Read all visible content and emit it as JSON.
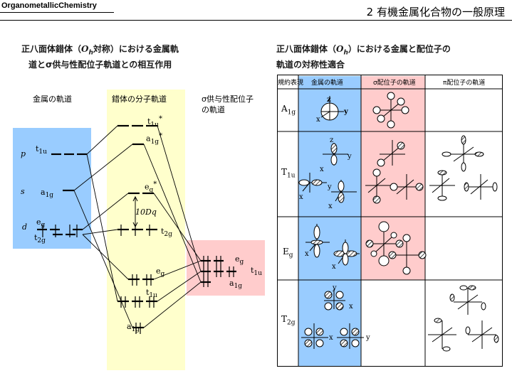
{
  "header": {
    "brand": "OrganometallicChemistry",
    "title": "2 有機金属化合物の一般原理"
  },
  "left": {
    "heading_line1_a": "正八面体錯体（",
    "heading_sym": "O",
    "heading_sym_sub": "h",
    "heading_line1_b": "対称）における金属軌",
    "heading_line2": "道とσ供与性配位子軌道との相互作用",
    "col_metal": "金属の軌道",
    "col_complex": "錯体の分子軌道",
    "col_ligand_1": "σ供与性配位子",
    "col_ligand_2": "の軌道",
    "metal_p": "p",
    "metal_s": "s",
    "metal_d": "d",
    "t1u": "t",
    "t1u_sub": "1u",
    "a1g": "a",
    "a1g_sub": "1g",
    "eg": "e",
    "eg_sub": "g",
    "t2g": "t",
    "t2g_sub": "2g",
    "star": "*",
    "splitting": "10Dq"
  },
  "right": {
    "heading_line1_a": "正八面体錯体（",
    "heading_sym": "O",
    "heading_sym_sub": "h",
    "heading_line1_b": "）における金属と配位子の",
    "heading_line2": "軌道の対称性適合",
    "table_headers": [
      "規約表現",
      "金属の軌道",
      "σ配位子の軌道",
      "π配位子の軌道"
    ],
    "rows": [
      {
        "label": "A",
        "sub": "1g"
      },
      {
        "label": "T",
        "sub": "1u"
      },
      {
        "label": "E",
        "sub": "g"
      },
      {
        "label": "T",
        "sub": "2g"
      }
    ],
    "axis_x": "x",
    "axis_y": "y",
    "axis_z": "z"
  },
  "colors": {
    "metal_blue": "#99ccff",
    "complex_yellow": "#ffffcc",
    "ligand_pink": "#ffcccc"
  }
}
